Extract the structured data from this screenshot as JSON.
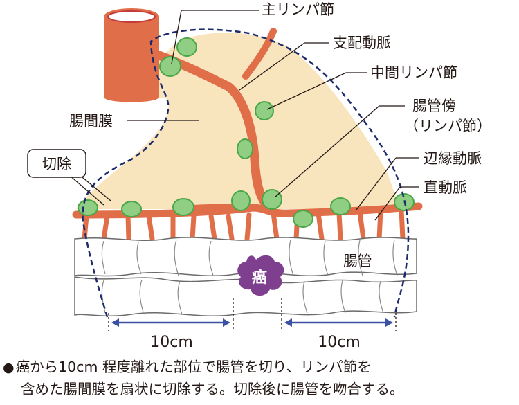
{
  "labels": {
    "main_node": "主リンパ節",
    "feeding_artery": "支配動脈",
    "intermediate_node": "中間リンパ節",
    "paracolic_node_1": "腸管傍",
    "paracolic_node_2": "（リンパ節）",
    "mesentery": "腸間膜",
    "resection": "切除",
    "marginal_artery": "辺縁動脈",
    "vasa_recta": "直動脈",
    "intestine": "腸管",
    "cancer": "癌",
    "margin_left": "10cm",
    "margin_right": "10cm"
  },
  "caption": {
    "bullet": "●",
    "line1": "癌から10cm 程度離れた部位で腸管を切り、リンパ節を",
    "line2": "含めた腸間膜を扇状に切除する。切除後に腸管を吻合する。"
  },
  "colors": {
    "mesentery": "#f8e4bd",
    "artery": "#e06e48",
    "node": "#8fce83",
    "node_border": "#4aa648",
    "cancer": "#7f3f8f",
    "boundary": "#1d2a6b",
    "measure": "#3b51a3"
  }
}
